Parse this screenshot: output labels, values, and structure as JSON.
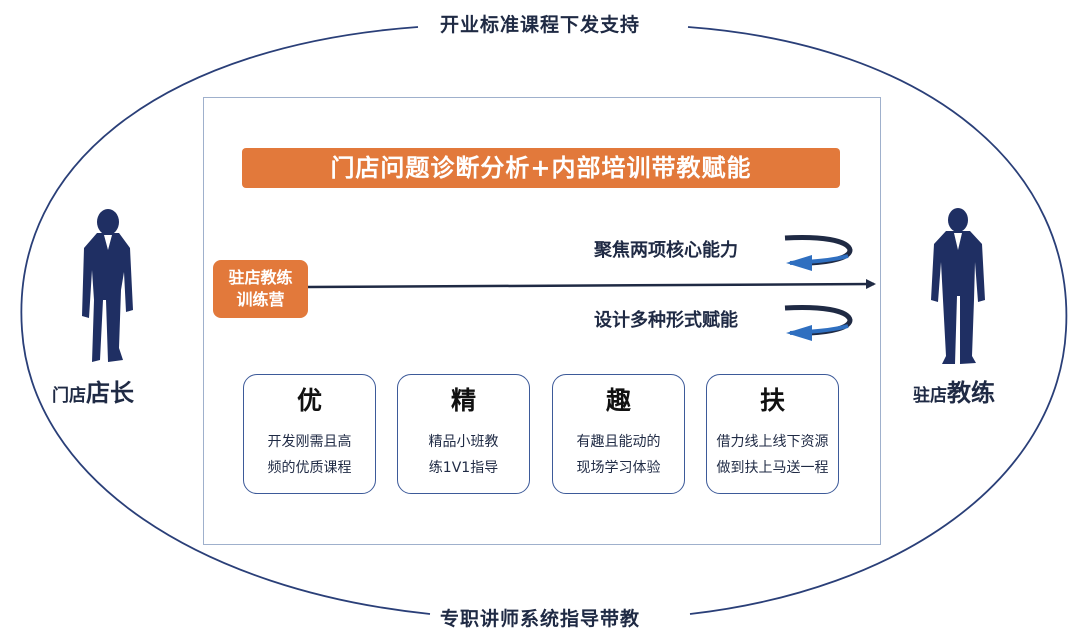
{
  "top_label": "开业标准课程下发支持",
  "bottom_label": "专职讲师系统指导带教",
  "banner": "门店问题诊断分析+内部培训带教赋能",
  "camp": {
    "line1": "驻店教练",
    "line2": "训练营"
  },
  "focus_label": "聚焦两项核心能力",
  "design_label": "设计多种形式赋能",
  "role_left": {
    "small": "门店",
    "big": "店长"
  },
  "role_right": {
    "small": "驻店",
    "big": "教练"
  },
  "cards": [
    {
      "title": "优",
      "line1": "开发刚需且高",
      "line2": "频的优质课程"
    },
    {
      "title": "精",
      "line1": "精品小班教",
      "line2": "练1V1指导"
    },
    {
      "title": "趣",
      "line1": "有趣且能动的",
      "line2": "现场学习体验"
    },
    {
      "title": "扶",
      "line1": "借力线上线下资源",
      "line2": "做到扶上马送一程"
    }
  ],
  "colors": {
    "navy": "#1f2a44",
    "orange": "#e2793b",
    "blue": "#2f6fc0"
  }
}
